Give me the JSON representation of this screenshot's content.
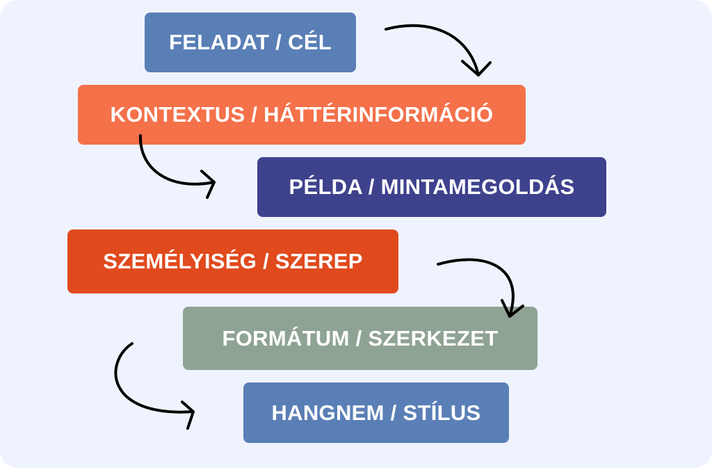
{
  "steps": [
    {
      "label": "FELADAT / CÉL",
      "color": "#5a7fb6"
    },
    {
      "label": "KONTEXTUS / HÁTTÉRINFORMÁCIÓ",
      "color": "#f4714a"
    },
    {
      "label": "PÉLDA / MINTAMEGOLDÁS",
      "color": "#3e428d"
    },
    {
      "label": "SZEMÉLYISÉG / SZEREP",
      "color": "#e04a1d"
    },
    {
      "label": "FORMÁTUM / SZERKEZET",
      "color": "#8fa394"
    },
    {
      "label": "HANGNEM / STÍLUS",
      "color": "#5a7fb6"
    }
  ]
}
